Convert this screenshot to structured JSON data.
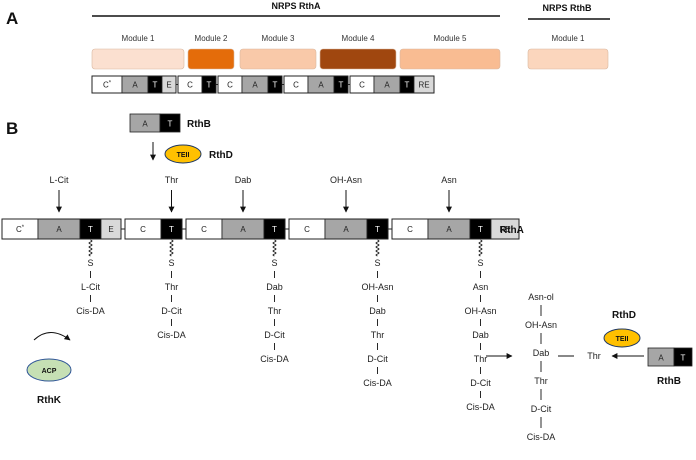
{
  "panels": {
    "a": "A",
    "b": "B"
  },
  "panel_a": {
    "header_rtha": "NRPS RthA",
    "header_rthb": "NRPS RthB",
    "modules": [
      {
        "label": "Module 1",
        "color": "#fbe0d0"
      },
      {
        "label": "Module 2",
        "color": "#e46c0a"
      },
      {
        "label": "Module 3",
        "color": "#f9c9a9"
      },
      {
        "label": "Module 4",
        "color": "#a0470f"
      },
      {
        "label": "Module 5",
        "color": "#f9bc92"
      }
    ],
    "rthb_module": {
      "label": "Module 1",
      "color": "#fbd6bd"
    },
    "domain_row": [
      [
        "C*",
        "A",
        "T",
        "E"
      ],
      [
        "C",
        "T"
      ],
      [
        "C",
        "A",
        "T"
      ],
      [
        "C",
        "A",
        "T"
      ],
      [
        "C",
        "A",
        "T",
        "RE"
      ]
    ]
  },
  "panel_b": {
    "rthb_top": {
      "domains": [
        "A",
        "T"
      ],
      "label": "RthB"
    },
    "rthd_top": {
      "enzyme": "TEII",
      "label": "RthD"
    },
    "substrates": [
      "L-Cit",
      "Thr",
      "Dab",
      "OH-Asn",
      "Asn"
    ],
    "rtha_label": "RthA",
    "rtha_domains": [
      [
        "C*",
        "A",
        "T",
        "E"
      ],
      [
        "C",
        "T"
      ],
      [
        "C",
        "A",
        "T"
      ],
      [
        "C",
        "A",
        "T"
      ],
      [
        "C",
        "A",
        "T",
        "RE"
      ]
    ],
    "chains": [
      [
        "S",
        "L-Cit",
        "Cis-DA"
      ],
      [
        "S",
        "Thr",
        "D-Cit",
        "Cis-DA"
      ],
      [
        "S",
        "Dab",
        "Thr",
        "D-Cit",
        "Cis-DA"
      ],
      [
        "S",
        "OH-Asn",
        "Dab",
        "Thr",
        "D-Cit",
        "Cis-DA"
      ],
      [
        "S",
        "Asn",
        "OH-Asn",
        "Dab",
        "Thr",
        "D-Cit",
        "Cis-DA"
      ]
    ],
    "product_chain": [
      "Asn-ol",
      "OH-Asn",
      "Dab",
      "Thr",
      "D-Cit",
      "Cis-DA"
    ],
    "added_residue": "Thr",
    "acp": {
      "label": "ACP",
      "enzyme_name": "RthK",
      "color": "#c6e0b4"
    },
    "rthd_bottom": {
      "enzyme": "TEII",
      "label": "RthD"
    },
    "rthb_bottom": {
      "domains": [
        "A",
        "T"
      ],
      "label": "RthB"
    },
    "teii_color": "#ffc000"
  }
}
